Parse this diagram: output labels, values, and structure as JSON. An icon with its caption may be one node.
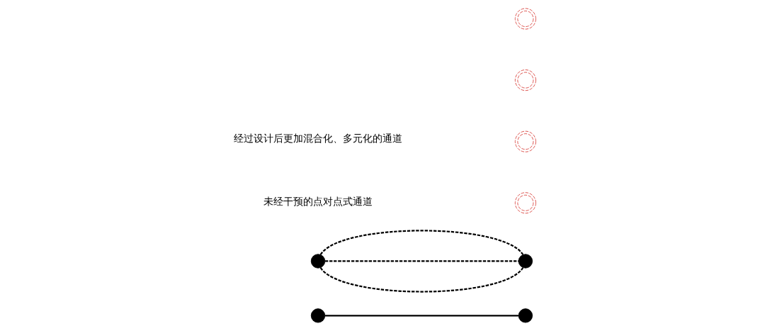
{
  "diagram": {
    "nodes": [
      {
        "text": [],
        "shape": "circle"
      },
      {
        "text": [],
        "shape": "circle"
      },
      {
        "text": [],
        "shape": "circle"
      },
      {
        "text": [],
        "shape": "circle"
      },
      {
        "text": [],
        "shape": "circle"
      },
      {
        "text": [],
        "shape": "circle"
      },
      {
        "text": [],
        "shape": "circle"
      },
      {
        "text": [],
        "shape": "circle"
      }
    ],
    "edges": [
      {
        "from": 0,
        "to": 1,
        "arrow": "none"
      },
      {
        "from": 2,
        "to": 3,
        "arrow": "none",
        "style": "dashed"
      },
      {
        "from": 2,
        "to": 3,
        "arrow": "none",
        "style": "dashed"
      },
      {
        "from": 2,
        "to": 3,
        "arrow": "none",
        "style": "dashed"
      }
    ],
    "labels": [
      "未经干预的点对点式通道",
      "经过设计后更加混合化、多元化的通道"
    ]
  }
}
